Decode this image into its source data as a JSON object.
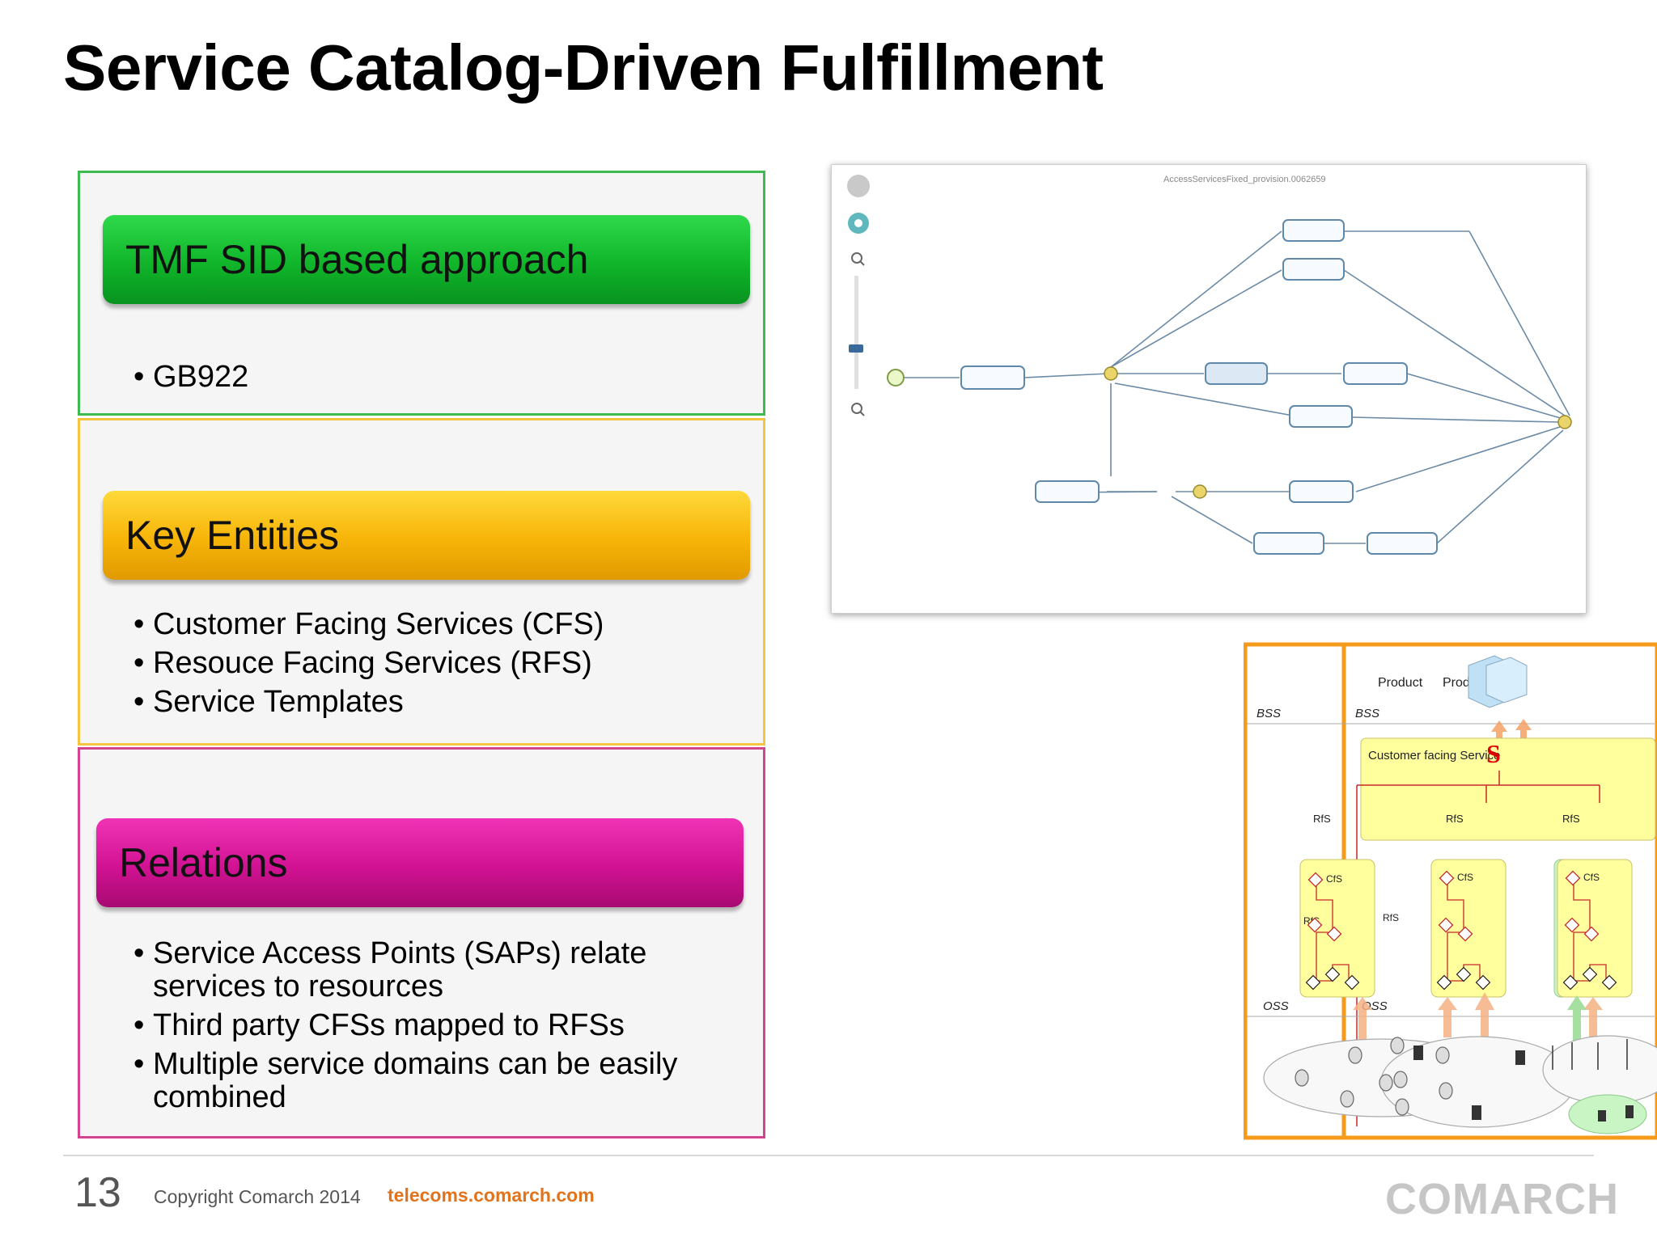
{
  "slide": {
    "title": "Service Catalog-Driven Fulfillment",
    "page_number": "13",
    "copyright": "Copyright  Comarch 2014",
    "website": "telecoms.comarch.com",
    "logo": "COMARCH"
  },
  "panels": [
    {
      "heading": "TMF SID based approach",
      "bullets": [
        [
          "GB922"
        ]
      ]
    },
    {
      "heading": "Key Entities",
      "bullets": [
        [
          "Customer Facing Services (CFS)"
        ],
        [
          "Resouce Facing Services (RFS)"
        ],
        [
          "Service Templates"
        ]
      ]
    },
    {
      "heading": "Relations",
      "bullets": [
        [
          "Service Access Points (SAPs) relate",
          "services to resources"
        ],
        [
          "Third party CFSs mapped to RFSs"
        ],
        [
          "Multiple service domains can be easily",
          "combined"
        ]
      ]
    }
  ],
  "workflow": {
    "title": "AccessServicesFixed_provision.0062659"
  },
  "architecture": {
    "product_1": "Product",
    "product_2": "Produ",
    "bss_1": "BSS",
    "bss_2": "BSS",
    "cfs_label": "Customer facing Service",
    "s_mark": "S",
    "rfs": "RfS",
    "cfs": "CfS",
    "oss_1": "OSS",
    "oss_2": "OSS",
    "node_s": "S",
    "node_r": "R"
  },
  "colors": {
    "green": "#10b52a",
    "yellow": "#f7b408",
    "magenta": "#d11293",
    "orange_frame": "#f59a1b",
    "accent_site": "#e3731b"
  }
}
